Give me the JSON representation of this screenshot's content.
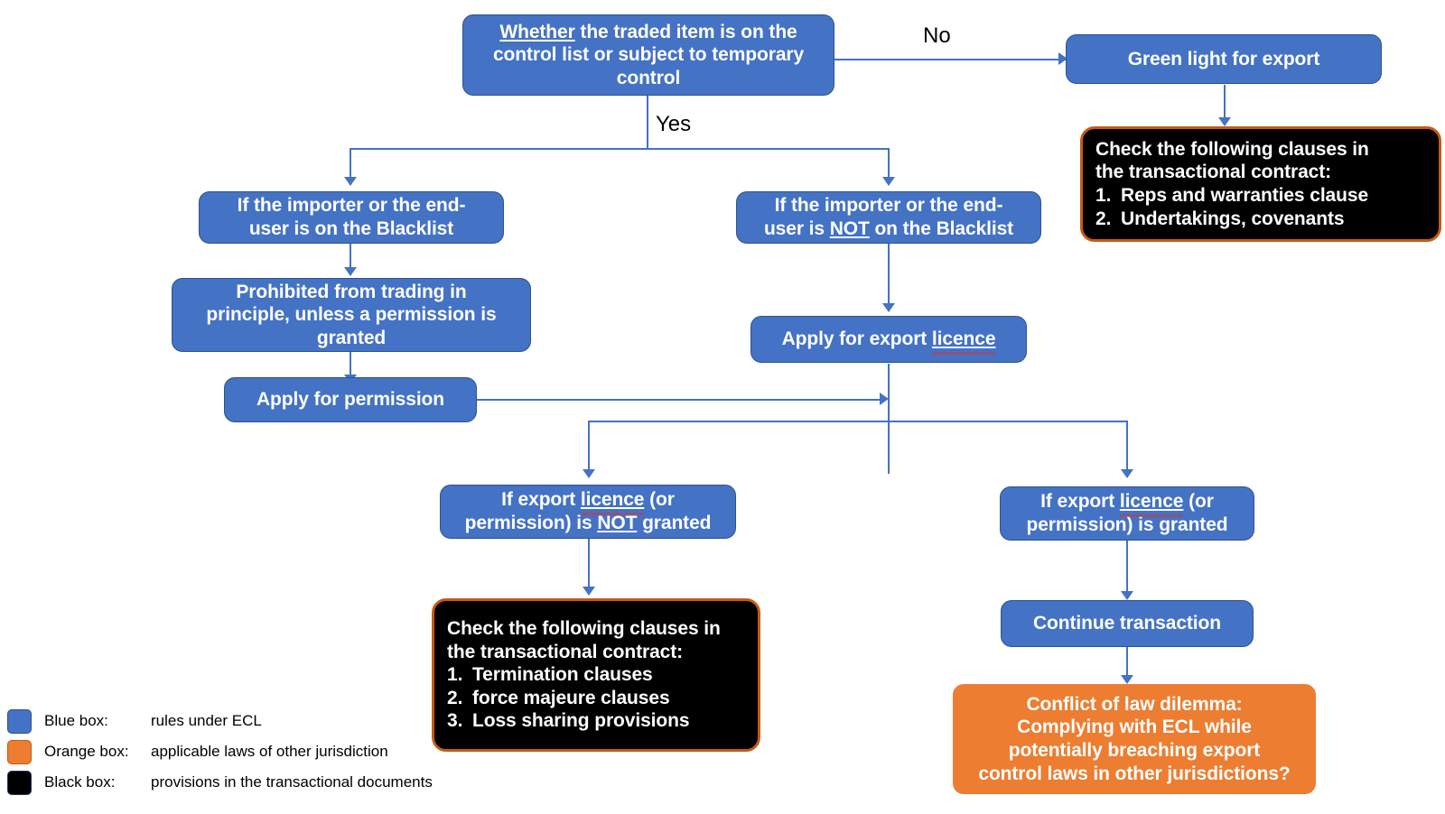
{
  "diagram": {
    "title": "Export Control Law (ECL) compliance decision flowchart",
    "colors": {
      "blue": "#4472C4",
      "blue_border": "#2F528F",
      "orange": "#ED7D31",
      "orange_border": "#C55A11",
      "black": "#000000",
      "connector": "#4472C4",
      "text_on_fill": "#FFFFFF",
      "label_text": "#000000"
    },
    "nodes": {
      "root": {
        "type": "blue",
        "line1_underlined": "Whether",
        "line1_rest": " the traded item is on the",
        "line2": "control list or subject to temporary",
        "line3": "control",
        "full_text": "Whether the traded item is on the control list or subject to temporary control"
      },
      "green_light": {
        "type": "blue",
        "text": "Green light for export"
      },
      "black_clauses_right": {
        "type": "black",
        "heading_line1": "Check the following clauses in",
        "heading_line2": "the transactional contract:",
        "items": [
          {
            "num": "1.",
            "text": "Reps and warranties clause"
          },
          {
            "num": "2.",
            "text": "Undertakings, covenants"
          }
        ]
      },
      "blacklist_yes": {
        "type": "blue",
        "line1": "If the importer or the end-",
        "line2": "user is on the Blacklist",
        "full_text": "If the importer or the end-user is on the Blacklist"
      },
      "blacklist_no": {
        "type": "blue",
        "line1": "If the importer or the end-",
        "line2_pre": "user is ",
        "line2_underlined": "NOT",
        "line2_post": " on the Blacklist",
        "full_text": "If the importer or the end-user is NOT on the Blacklist"
      },
      "prohibited": {
        "type": "blue",
        "line1": "Prohibited from trading in",
        "line2": "principle, unless a permission is",
        "line3": "granted",
        "full_text": "Prohibited from trading in principle, unless a permission is granted"
      },
      "apply_permission": {
        "type": "blue",
        "text": "Apply for permission"
      },
      "apply_licence": {
        "type": "blue",
        "pre": "Apply for export ",
        "spellchecked": "licence",
        "full_text": "Apply for export licence"
      },
      "licence_not_granted": {
        "type": "blue",
        "line1_pre": "If export ",
        "line1_spellchecked": "licence",
        "line1_post": " (or",
        "line2_pre": "permission) is ",
        "line2_underlined": "NOT",
        "line2_post": " granted",
        "full_text": "If export licence (or permission) is NOT granted"
      },
      "licence_granted": {
        "type": "blue",
        "line1_pre": "If export ",
        "line1_spellchecked": "licence",
        "line1_post": " (or",
        "line2": "permission) is granted",
        "full_text": "If export licence (or permission) is granted"
      },
      "black_clauses_left": {
        "type": "black",
        "heading_line1": "Check the following clauses in",
        "heading_line2": "the transactional contract:",
        "items": [
          {
            "num": "1.",
            "text": "Termination clauses"
          },
          {
            "num": "2.",
            "text": "force majeure clauses"
          },
          {
            "num": "3.",
            "text": "Loss sharing provisions"
          }
        ]
      },
      "continue_transaction": {
        "type": "blue",
        "text": "Continue transaction"
      },
      "conflict": {
        "type": "orange",
        "line1": "Conflict of law dilemma:",
        "line2": "Complying with ECL while",
        "line3": "potentially breaching export",
        "line4": "control laws in other jurisdictions?",
        "full_text": "Conflict of law dilemma: Complying with ECL while potentially breaching export control laws in other jurisdictions?"
      }
    },
    "edge_labels": {
      "no": "No",
      "yes": "Yes"
    },
    "legend": {
      "rows": [
        {
          "swatch": "blue",
          "key": "Blue box:",
          "value": "rules under ECL"
        },
        {
          "swatch": "orange",
          "key": "Orange box:",
          "value": "applicable laws of other jurisdiction"
        },
        {
          "swatch": "black",
          "key": "Black box:",
          "value": "provisions in the transactional documents"
        }
      ]
    }
  }
}
